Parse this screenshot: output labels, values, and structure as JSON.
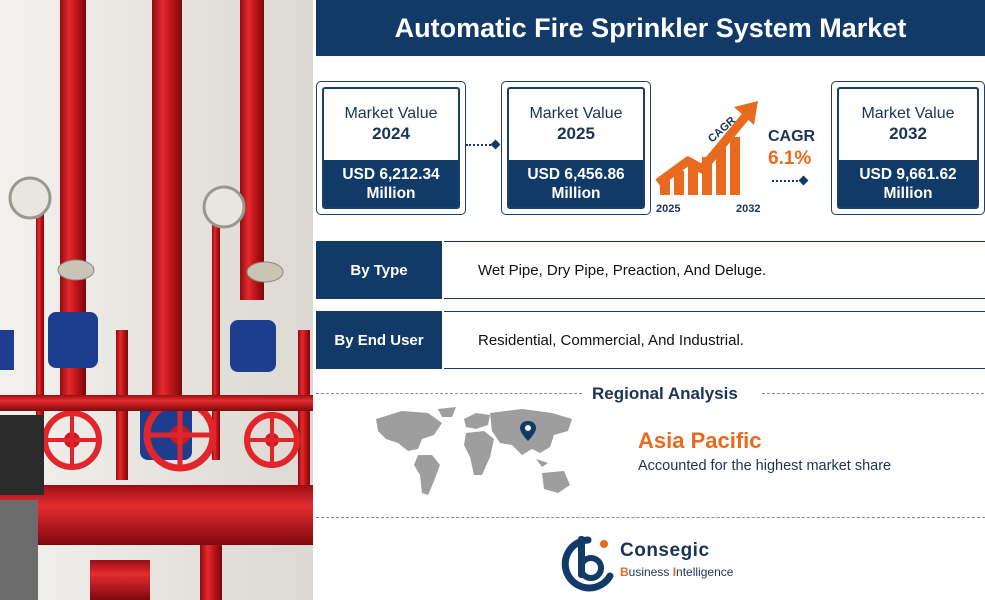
{
  "title": "Automatic Fire Sprinkler System Market",
  "cards": [
    {
      "label": "Market Value",
      "year": "2024",
      "value": "USD 6,212.34",
      "unit": "Million"
    },
    {
      "label": "Market Value",
      "year": "2025",
      "value": "USD 6,456.86",
      "unit": "Million"
    },
    {
      "label": "Market Value",
      "year": "2032",
      "value": "USD 9,661.62",
      "unit": "Million"
    }
  ],
  "cagr": {
    "arrow_label": "CAGR",
    "heading": "CAGR",
    "value": "6.1%",
    "start_year": "2025",
    "end_year": "2032"
  },
  "segments": [
    {
      "key": "By Type",
      "text": "Wet Pipe, Dry Pipe, Preaction, And Deluge."
    },
    {
      "key": "By End User",
      "text": "Residential, Commercial, And Industrial."
    }
  ],
  "regional": {
    "title": "Regional Analysis",
    "region": "Asia Pacific",
    "description": "Accounted for the highest market share"
  },
  "brand": {
    "name": "Consegic",
    "sub_b1": "B",
    "sub_r1": "usiness ",
    "sub_b2": "I",
    "sub_r2": "ntelligence"
  },
  "colors": {
    "navy": "#123a68",
    "orange": "#e86a1e",
    "pipe_red": "#d7191f"
  },
  "icons": [
    "fire-sprinkler-pipes-photo",
    "growth-arrow-icon",
    "world-map-icon",
    "location-pin-icon",
    "consegic-logo"
  ]
}
